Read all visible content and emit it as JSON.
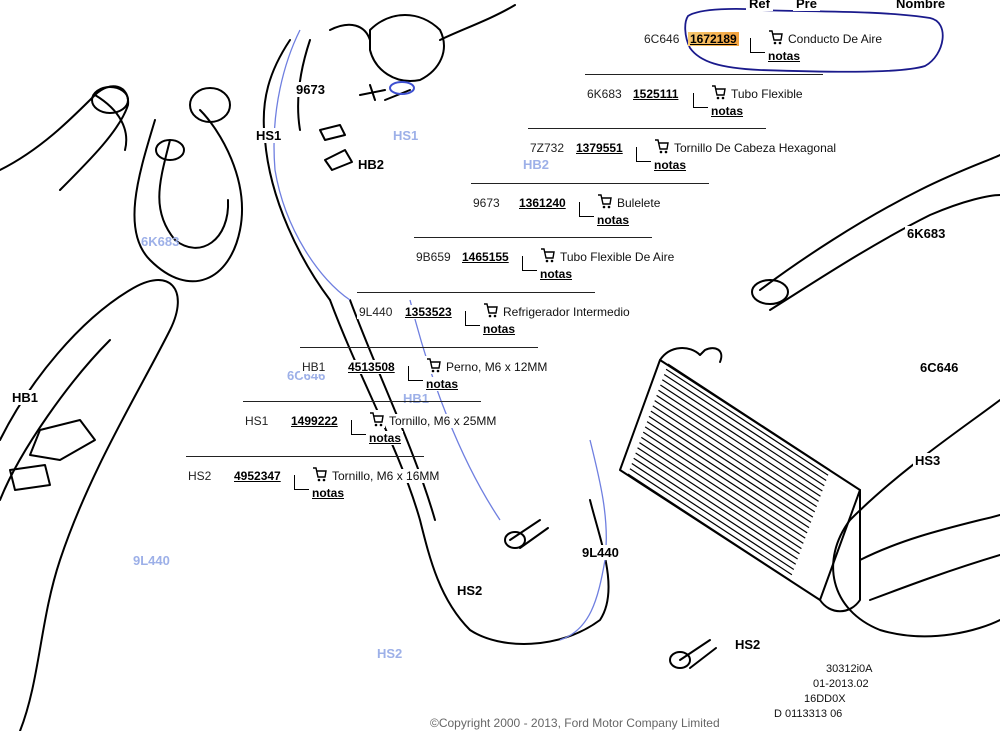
{
  "table_header": {
    "ref": "Ref",
    "pre": "Pre",
    "nombre": "Nombre"
  },
  "parts": [
    {
      "ref": "6C646",
      "part_number": "1672189",
      "name": "Conducto De Aire",
      "notes_link": "notas",
      "highlighted": true
    },
    {
      "ref": "6K683",
      "part_number": "1525111",
      "name": "Tubo Flexible",
      "notes_link": "notas",
      "highlighted": false
    },
    {
      "ref": "7Z732",
      "part_number": "1379551",
      "name": "Tornillo De Cabeza Hexagonal",
      "notes_link": "notas",
      "highlighted": false
    },
    {
      "ref": "9673",
      "part_number": "1361240",
      "name": "Bulelete",
      "notes_link": "notas",
      "highlighted": false
    },
    {
      "ref": "9B659",
      "part_number": "1465155",
      "name": "Tubo Flexible De Aire",
      "notes_link": "notas",
      "highlighted": false
    },
    {
      "ref": "9L440",
      "part_number": "1353523",
      "name": "Refrigerador Intermedio",
      "notes_link": "notas",
      "highlighted": false
    },
    {
      "ref": "HB1",
      "part_number": "4513508",
      "name": "Perno, M6 x 12MM",
      "notes_link": "notas",
      "highlighted": false
    },
    {
      "ref": "HS1",
      "part_number": "1499222",
      "name": "Tornillo, M6 x 25MM",
      "notes_link": "notas",
      "highlighted": false
    },
    {
      "ref": "HS2",
      "part_number": "4952347",
      "name": "Tornillo, M6 x 16MM",
      "notes_link": "notas",
      "highlighted": false
    }
  ],
  "callouts": {
    "c9673": "9673",
    "hs1_top": "HS1",
    "hb2": "HB2",
    "hb1": "HB1",
    "c9l440": "9L440",
    "hs2_mid": "HS2",
    "hs2_bottom": "HS2",
    "c6k683": "6K683",
    "c6c646": "6C646",
    "hs3": "HS3"
  },
  "ghost_callouts": {
    "g_hs1": "HS1",
    "g_hb2": "HB2",
    "g_6k683": "6K683",
    "g_6c646": "6C646",
    "g_hb1": "HB1",
    "g_9l440": "9L440",
    "g_hs2": "HS2"
  },
  "footer": {
    "line1": "30312i0A",
    "line2": "01-2013.02",
    "line3": "16DD0X",
    "line4": "D 0113313 06",
    "copyright": "©Copyright 2000 - 2013, Ford Motor Company Limited"
  },
  "colors": {
    "highlight": "#f4a23c",
    "selection_outline": "#1a1a8c",
    "ghost_callout": "#9db0e8",
    "leader_blue": "#6f7fe0"
  }
}
